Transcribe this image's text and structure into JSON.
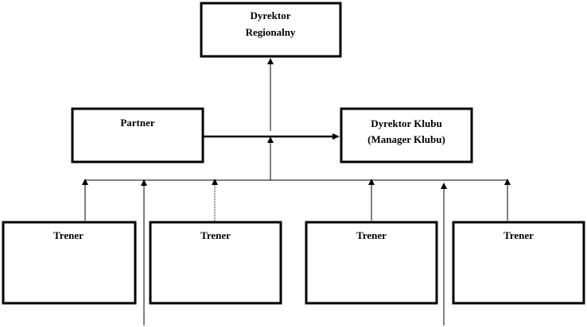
{
  "diagram": {
    "nodes": {
      "regional_director": {
        "lines": [
          "Dyrektor",
          "Regionalny"
        ]
      },
      "partner": {
        "lines": [
          "Partner"
        ]
      },
      "club_director": {
        "lines": [
          "Dyrektor  Klubu",
          "(Manager  Klubu)"
        ]
      },
      "trainer_1": {
        "lines": [
          "Trener"
        ]
      },
      "trainer_2": {
        "lines": [
          "Trener"
        ]
      },
      "trainer_3": {
        "lines": [
          "Trener"
        ]
      },
      "trainer_4": {
        "lines": [
          "Trener"
        ]
      }
    },
    "colors": {
      "stroke": "#000000",
      "fill": "#ffffff"
    }
  }
}
